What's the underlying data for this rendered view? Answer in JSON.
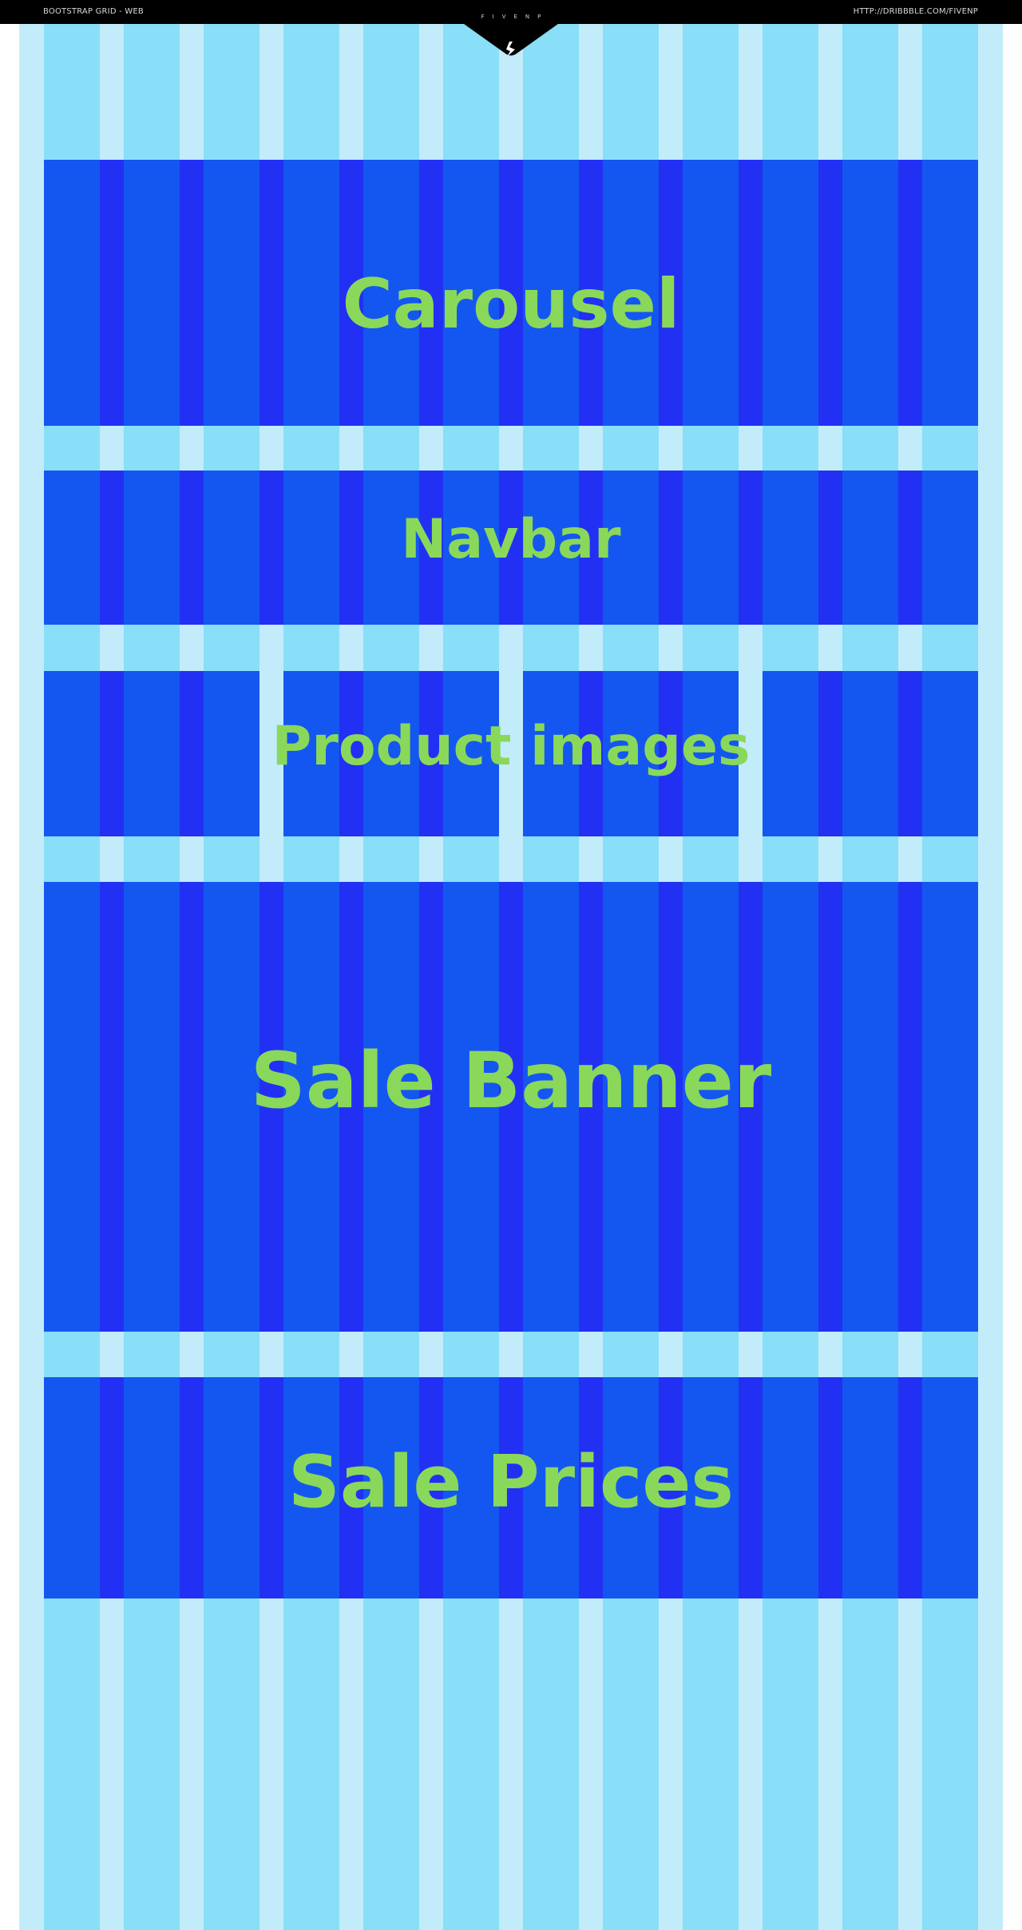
{
  "header": {
    "left_text": "BOOTSTRAP GRID - WEB",
    "right_text": "HTTP://DRIBBBLE.COM/FIVENP",
    "brand": "FIVENP",
    "logo_icon": "bird-icon"
  },
  "colors": {
    "topbar": "#000000",
    "gutter": "#c2ecfa",
    "column": "#89def8",
    "block_column": "#1457f0",
    "block_gutter": "#2230f4",
    "label": "#8ad85a"
  },
  "grid": {
    "columns": 12
  },
  "sections": {
    "carousel": "Carousel",
    "navbar": "Navbar",
    "product_images": "Product images",
    "sale_banner": "Sale Banner",
    "sale_prices": "Sale Prices"
  }
}
